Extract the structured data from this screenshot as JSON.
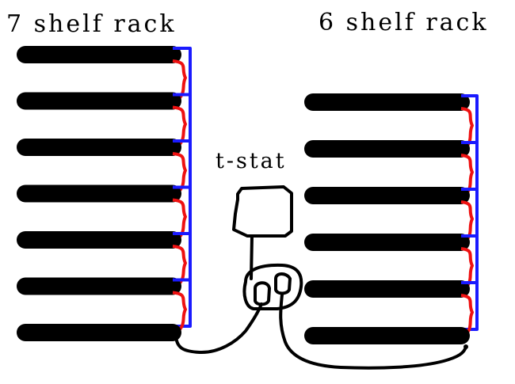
{
  "labels": {
    "left_rack": "7 shelf rack",
    "right_rack": "6 shelf rack",
    "thermostat": "t-stat"
  },
  "racks": {
    "left": {
      "shelf_count": 7
    },
    "right": {
      "shelf_count": 6
    }
  },
  "colors": {
    "shelf": "#000000",
    "wire_blue": "#1a1aff",
    "wire_red": "#ee1111",
    "cord": "#000000"
  }
}
